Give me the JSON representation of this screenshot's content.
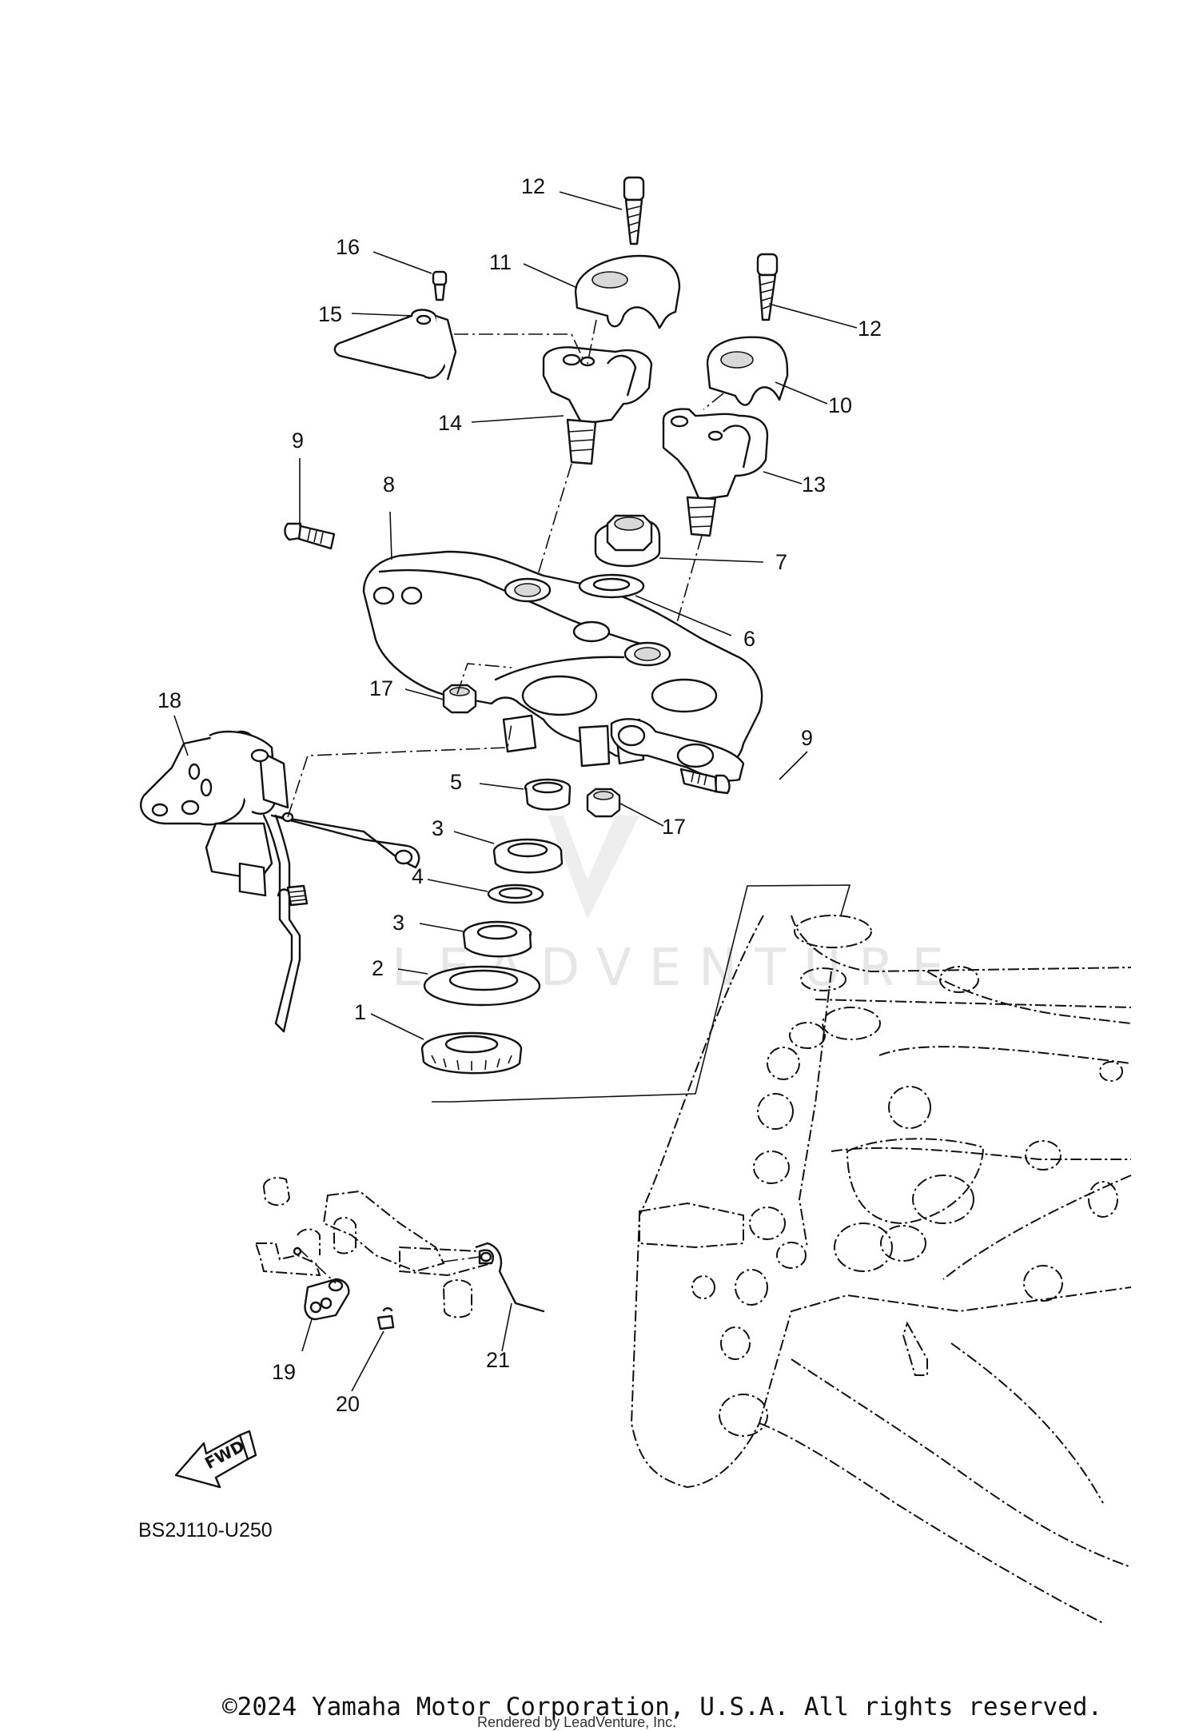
{
  "diagram": {
    "callouts": [
      {
        "id": "c12a",
        "text": "12"
      },
      {
        "id": "c16",
        "text": "16"
      },
      {
        "id": "c11",
        "text": "11"
      },
      {
        "id": "c15",
        "text": "15"
      },
      {
        "id": "c12b",
        "text": "12"
      },
      {
        "id": "c10",
        "text": "10"
      },
      {
        "id": "c14",
        "text": "14"
      },
      {
        "id": "c9a",
        "text": "9"
      },
      {
        "id": "c13",
        "text": "13"
      },
      {
        "id": "c8",
        "text": "8"
      },
      {
        "id": "c7",
        "text": "7"
      },
      {
        "id": "c6",
        "text": "6"
      },
      {
        "id": "c17a",
        "text": "17"
      },
      {
        "id": "c18",
        "text": "18"
      },
      {
        "id": "c9b",
        "text": "9"
      },
      {
        "id": "c5",
        "text": "5"
      },
      {
        "id": "c17b",
        "text": "17"
      },
      {
        "id": "c3a",
        "text": "3"
      },
      {
        "id": "c4",
        "text": "4"
      },
      {
        "id": "c3b",
        "text": "3"
      },
      {
        "id": "c2",
        "text": "2"
      },
      {
        "id": "c1",
        "text": "1"
      },
      {
        "id": "c19",
        "text": "19"
      },
      {
        "id": "c21",
        "text": "21"
      },
      {
        "id": "c20",
        "text": "20"
      }
    ],
    "fwd_label": "FWD",
    "diagram_code": "BS2J110-U250",
    "watermark": "LEADVENTURE",
    "copyright": "©2024 Yamaha Motor Corporation, U.S.A. All rights reserved.",
    "rendered_by": "Rendered by LeadVenture, Inc."
  }
}
